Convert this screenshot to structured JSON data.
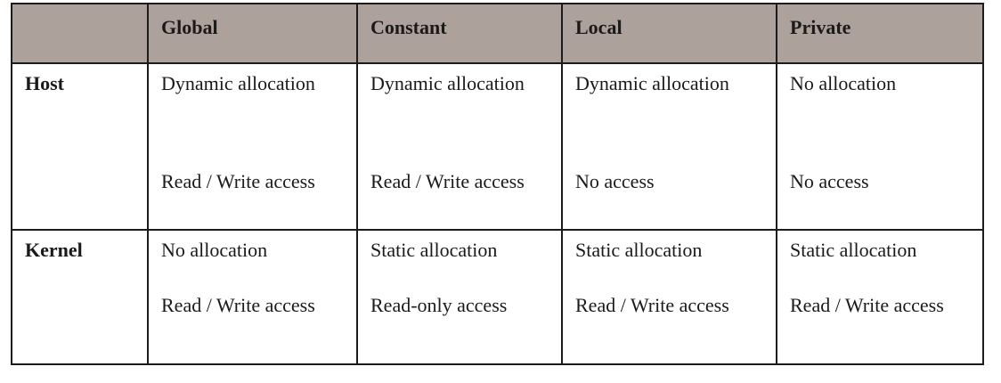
{
  "table": {
    "column_headers": [
      "",
      "Global",
      "Constant",
      "Local",
      "Private"
    ],
    "rows": [
      {
        "label": "Host",
        "cells": [
          {
            "allocation": "Dynamic allocation",
            "access": "Read / Write access"
          },
          {
            "allocation": "Dynamic allocation",
            "access": "Read / Write access"
          },
          {
            "allocation": "Dynamic allocation",
            "access": "No access"
          },
          {
            "allocation": "No allocation",
            "access": "No access"
          }
        ]
      },
      {
        "label": "Kernel",
        "cells": [
          {
            "allocation": "No allocation",
            "access": "Read / Write access"
          },
          {
            "allocation": "Static allocation",
            "access": "Read-only access"
          },
          {
            "allocation": "Static allocation",
            "access": "Read / Write access"
          },
          {
            "allocation": "Static allocation",
            "access": "Read / Write access"
          }
        ]
      }
    ]
  },
  "colors": {
    "header_bg": "#aca19b",
    "border": "#1c1c1c",
    "text": "#1a1a1a",
    "page_bg": "#ffffff"
  }
}
